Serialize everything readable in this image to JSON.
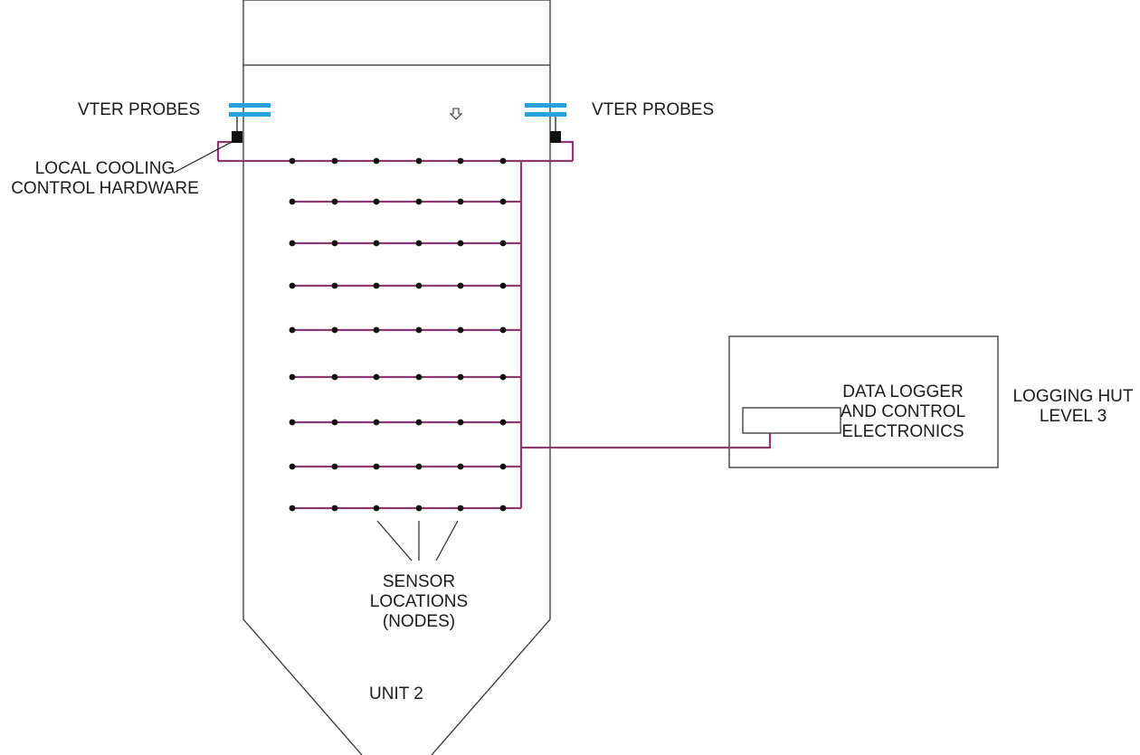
{
  "labels": {
    "vter_left": "VTER PROBES",
    "vter_right": "VTER PROBES",
    "local_cooling": [
      "LOCAL COOLING",
      "CONTROL HARDWARE"
    ],
    "data_logger": [
      "DATA LOGGER",
      "AND CONTROL",
      "ELECTRONICS"
    ],
    "logging_hut": [
      "LOGGING HUT",
      "LEVEL 3"
    ],
    "sensor_locations": [
      "SENSOR",
      "LOCATIONS",
      "(NODES)"
    ],
    "unit": "UNIT 2"
  },
  "icons": {
    "flow_arrow": "down-arrow-icon"
  },
  "colors": {
    "cable": "#8b3a6e",
    "probe": "#2aa0dc",
    "outline": "#333333",
    "node": "#111111",
    "cooling_box": "#111111"
  },
  "grid": {
    "rows": 9,
    "nodes_per_row": 6
  }
}
